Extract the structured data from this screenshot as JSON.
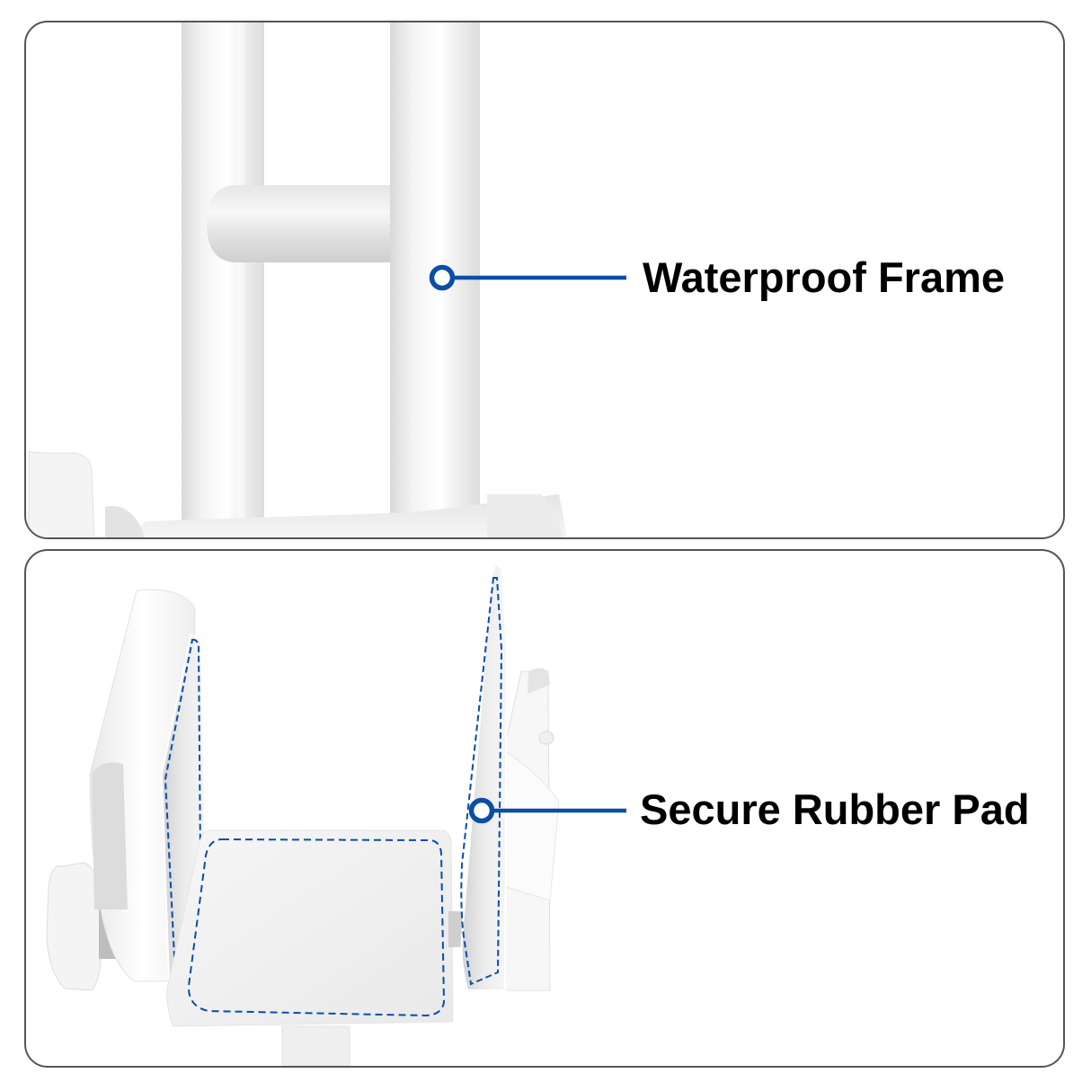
{
  "panels": [
    {
      "id": "frame",
      "callout": {
        "label": "Waterproof Frame",
        "marker_color": "#0a4ea6"
      },
      "subject": "white tubular metal frame with crossbar"
    },
    {
      "id": "pad",
      "callout": {
        "label": "Secure Rubber Pad",
        "marker_color": "#0a4ea6"
      },
      "subject": "U-shaped clamp bracket with dashed outlines marking rubber pads"
    }
  ],
  "colors": {
    "panel_border": "#555555",
    "accent_blue": "#0a4ea6",
    "text": "#000000"
  }
}
